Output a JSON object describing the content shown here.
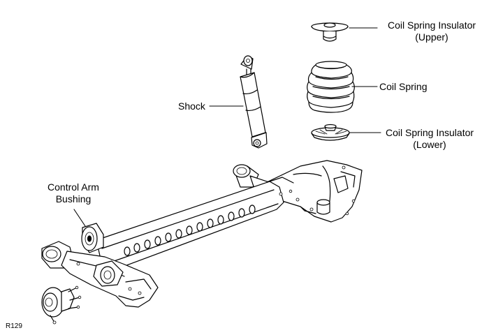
{
  "labels": {
    "coil_spring_insulator_upper": [
      "Coil Spring Insulator",
      "(Upper)"
    ],
    "coil_spring": "Coil Spring",
    "coil_spring_insulator_lower": [
      "Coil Spring Insulator",
      "(Lower)"
    ],
    "shock": "Shock",
    "control_arm_bushing": [
      "Control Arm",
      "Bushing"
    ]
  },
  "figure_id": "R129"
}
